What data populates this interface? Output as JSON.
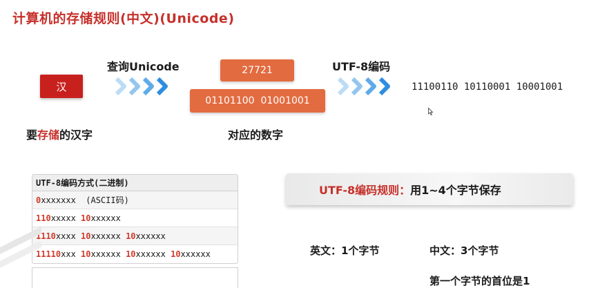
{
  "slide": {
    "title": "计算机的存储规则(中文)(Unicode)",
    "character": "汉",
    "caption_left_pre": "要",
    "caption_left_highlight": "存储",
    "caption_left_post": "的汉字",
    "step1_label": "查询Unicode",
    "step2_label": "UTF-8编码",
    "decimal_value": "27721",
    "binary_value": "01101100  01001001",
    "caption_mid": "对应的数字",
    "encoded_result": "11100110 10110001 10001001"
  },
  "table": {
    "header": "UTF-8编码方式(二进制)",
    "rows": [
      [
        {
          "t": "0",
          "red": true
        },
        {
          "t": "xxxxxxx  (ASCII码)",
          "red": false
        }
      ],
      [
        {
          "t": "110",
          "red": true
        },
        {
          "t": "xxxxx ",
          "red": false
        },
        {
          "t": "10",
          "red": true
        },
        {
          "t": "xxxxxx",
          "red": false
        }
      ],
      [
        {
          "t": "1110",
          "red": true
        },
        {
          "t": "xxxx ",
          "red": false
        },
        {
          "t": "10",
          "red": true
        },
        {
          "t": "xxxxxx ",
          "red": false
        },
        {
          "t": "10",
          "red": true
        },
        {
          "t": "xxxxxx",
          "red": false
        }
      ],
      [
        {
          "t": "11110",
          "red": true
        },
        {
          "t": "xxx ",
          "red": false
        },
        {
          "t": "10",
          "red": true
        },
        {
          "t": "xxxxxx ",
          "red": false
        },
        {
          "t": "10",
          "red": true
        },
        {
          "t": "xxxxxx ",
          "red": false
        },
        {
          "t": "10",
          "red": true
        },
        {
          "t": "xxxxxx",
          "red": false
        }
      ]
    ]
  },
  "rule": {
    "highlight": "UTF-8编码规则：",
    "text": "用1~4个字节保存"
  },
  "notes": {
    "english": "英文：1个字节",
    "chinese": "中文：3个字节",
    "first_byte": "第一个字节的首位是1"
  },
  "colors": {
    "accent_red": "#c6302a",
    "char_box": "#c8201d",
    "number_box": "#e36b40",
    "arrow_blue": "#3d9be6"
  }
}
